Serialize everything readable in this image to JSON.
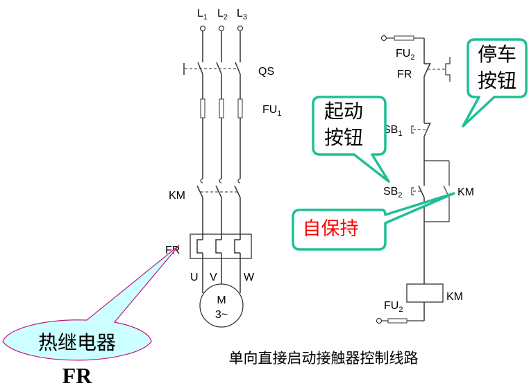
{
  "title": "单向直接启动接触器控制线路",
  "power_circuit": {
    "phases": [
      {
        "label": "L",
        "sub": "1"
      },
      {
        "label": "L",
        "sub": "2"
      },
      {
        "label": "L",
        "sub": "3"
      }
    ],
    "switch_label": "QS",
    "fuse_label": {
      "label": "FU",
      "sub": "1"
    },
    "contactor_label": "KM",
    "thermal_relay_label": "FR",
    "motor_terminals": [
      "U",
      "V",
      "W"
    ],
    "motor": {
      "label": "M",
      "type": "3~"
    }
  },
  "control_circuit": {
    "fuse_top_label": {
      "label": "FU",
      "sub": "2"
    },
    "fr_contact_label": "FR",
    "sb1_label": {
      "label": "SB",
      "sub": "1"
    },
    "sb2_label": {
      "label": "SB",
      "sub": "2"
    },
    "km_contact_label": "KM",
    "coil_label": "KM",
    "fuse_bottom_label": {
      "label": "FU",
      "sub": "2"
    }
  },
  "callouts": {
    "thermal_relay": {
      "line1": "热继电器",
      "line2": "FR"
    },
    "stop_button": {
      "line1": "停车",
      "line2": "按钮"
    },
    "start_button": {
      "line1": "起动",
      "line2": "按钮"
    },
    "self_hold": {
      "text": "自保持"
    }
  },
  "colors": {
    "callout_teal": "#1fbf95",
    "callout_pink_border": "#c0187a",
    "callout_cyan_fill": "#ccffff",
    "self_hold_text": "#ff0000"
  }
}
